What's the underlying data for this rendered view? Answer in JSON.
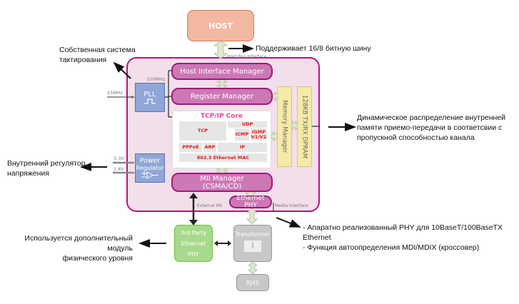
{
  "blocks": {
    "host": "HOST",
    "host_interface_manager": "Host Interface Manager",
    "register_manager": "Register Manager",
    "pll": "PLL",
    "power_regulator_line1": "Power",
    "power_regulator_line2": "Regulator",
    "tcpip_core": {
      "title": "TCP/IP Core",
      "tcp": "TCP",
      "udp": "UDP",
      "icmp": "ICMP",
      "igmp": "IGMP V1/V2",
      "pppoe": "PPPoE",
      "arp": "ARP",
      "ip": "IP",
      "mac": "802.3 Ethernet MAC"
    },
    "memory_manager": "Memory Manager",
    "dpram": "128KB TX/RX DPRAM",
    "mii_manager_line1": "MII Manager",
    "mii_manager_line2": "(CSMA/CD)",
    "ethernet_phy": "Ethernet PHY",
    "third_party_line1": "3rd Party",
    "third_party_line2": "Ethernet PHY",
    "transformer": "Transformer",
    "rj45": "RJ45"
  },
  "labels": {
    "host_bus_interface": "Host Bus Interface",
    "freq_150": "150MHz",
    "freq_25": "25MHz",
    "v33": "3.3V",
    "v18": "1.8V",
    "external_mii": "External MII",
    "media_interface": "Media Interface"
  },
  "annotations": {
    "bus": "Поддерживает 16/8 битную шину",
    "clock": [
      "Собственная система",
      "тактирования"
    ],
    "memory": [
      "Динамическое распределение внутренней",
      "памяти приемо-передачи в соответсвии с",
      "пропускной способностью канала"
    ],
    "regulator": [
      "Внутренний регулятор",
      "напряжения"
    ],
    "phy": [
      "- Апаратно реализованный PHY для 10BaseT/100BaseTX Ethernet",
      "- Функция автоопределения MDI/MDIX (кроссовер)"
    ],
    "external_phy": [
      "Используется дополнительный модуль",
      "физического уровня"
    ]
  },
  "colors": {
    "chip_border": "#b0177f",
    "chip_fill": "#f3dfec",
    "manager_fill": "#cc78b5",
    "host_fill": "#f2b8a2",
    "pll_fill": "#8fa6d6",
    "memory_fill": "#f5eaa6",
    "third_party_fill": "#a8d98d",
    "transformer_fill": "#c8c8c8",
    "core_text": "#e01818"
  }
}
